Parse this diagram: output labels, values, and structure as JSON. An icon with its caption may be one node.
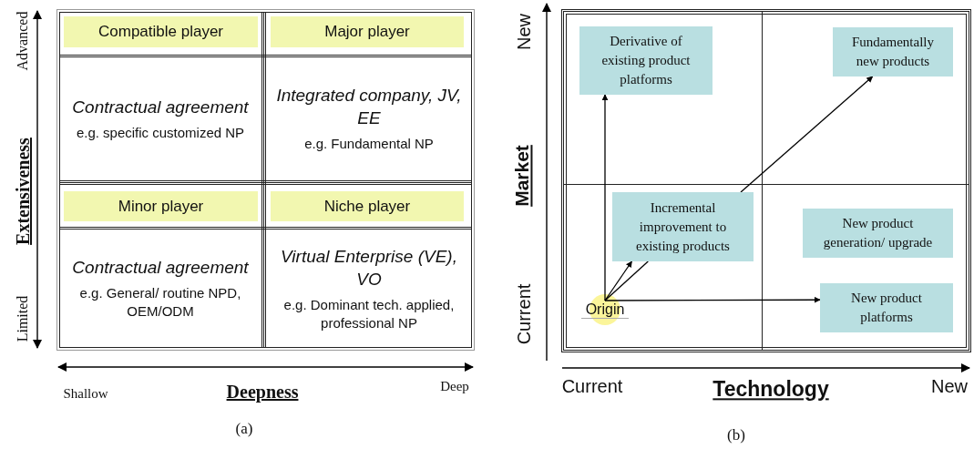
{
  "diagram": {
    "nodes": [
      {
        "text": [
          "Compatible player"
        ]
      },
      {
        "text": [
          "Major player"
        ]
      },
      {
        "text": [
          "Contractual agreement",
          "e.g. specific customized NP"
        ]
      },
      {
        "text": [
          "Integrated company, JV, EE",
          "e.g. Fundamental NP"
        ]
      },
      {
        "text": [
          "Minor player"
        ]
      },
      {
        "text": [
          "Niche player"
        ]
      },
      {
        "text": [
          "Contractual agreement",
          "e.g. General/ routine NPD, OEM/ODM"
        ]
      },
      {
        "text": [
          "Virtual Enterprise (VE), VO",
          "e.g. Dominant tech. applied, professional NP"
        ]
      },
      {
        "text": [
          "Derivative of existing product platforms"
        ]
      },
      {
        "text": [
          "Fundamentally new products"
        ]
      },
      {
        "text": [
          "Incremental improvement to existing products"
        ]
      },
      {
        "text": [
          "New product generation/ upgrade"
        ]
      },
      {
        "text": [
          "Origin"
        ]
      },
      {
        "text": [
          "New product platforms"
        ]
      }
    ],
    "edges": [
      {
        "from": 12,
        "to": 8,
        "arrow": "to"
      },
      {
        "from": 12,
        "to": 10,
        "arrow": "to"
      },
      {
        "from": 12,
        "to": 10,
        "arrow": "none"
      },
      {
        "from": 10,
        "to": 9,
        "arrow": "to"
      },
      {
        "from": 12,
        "to": 13,
        "arrow": "to"
      }
    ],
    "labels": [
      "Advanced",
      "Extensiveness",
      "Limited",
      "Shallow",
      "Deepness",
      "Deep",
      "(a)",
      "New",
      "Market",
      "Current",
      "Current",
      "Technology",
      "New",
      "(b)"
    ]
  }
}
